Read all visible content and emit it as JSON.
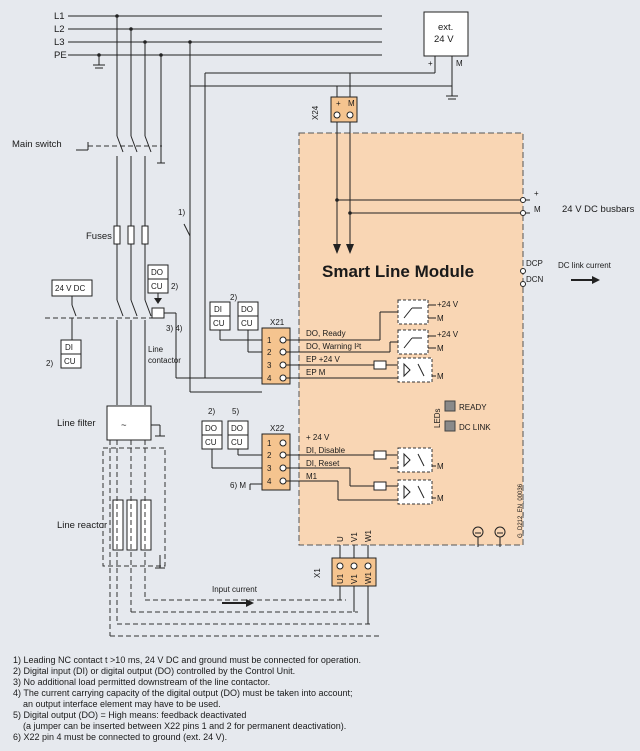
{
  "lines": {
    "l1": "L1",
    "l2": "L2",
    "l3": "L3",
    "pe": "PE"
  },
  "ext_supply": {
    "line1": "ext.",
    "line2": "24 V",
    "plus": "+",
    "minus": "M"
  },
  "x24": {
    "name": "X24",
    "plus": "+",
    "minus": "M"
  },
  "main_switch": "Main switch",
  "fuses": "Fuses",
  "note_ref_1": "1)",
  "supply_24vdc": "24 V DC",
  "di_cu_left": {
    "di": "DI",
    "cu": "CU",
    "ref": "2)"
  },
  "do_cu_contactor": {
    "do": "DO",
    "cu": "CU",
    "ref": "2)",
    "ref34": "3) 4)"
  },
  "line_contactor": {
    "line1": "Line",
    "line2": "contactor"
  },
  "line_filter": "Line filter",
  "line_reactor": "Line reactor",
  "module_title": "Smart Line Module",
  "busbars": {
    "plus": "+",
    "minus": "M",
    "label": "24 V DC busbars"
  },
  "dc_link": {
    "dcp": "DCP",
    "dcn": "DCN",
    "label": "DC link current"
  },
  "x21": {
    "name": "X21",
    "ref": "2)",
    "di": "DI",
    "cu1": "CU",
    "do": "DO",
    "cu2": "CU",
    "pins": [
      "1",
      "2",
      "3",
      "4"
    ],
    "signals": [
      "DO, Ready",
      "DO, Warning I²t",
      "EP +24 V",
      "EP M"
    ],
    "v24a": "+24 V",
    "m_a": "M",
    "v24b": "+24 V",
    "m_b": "M",
    "m_c": "M"
  },
  "leds": {
    "label": "LEDs",
    "ready": "READY",
    "dc_link": "DC LINK"
  },
  "x22": {
    "name": "X22",
    "ref2": "2)",
    "ref5": "5)",
    "ref6": "6) M",
    "do1": "DO",
    "cu1": "CU",
    "do2": "DO",
    "cu2": "CU",
    "pins": [
      "1",
      "2",
      "3",
      "4"
    ],
    "signals": [
      "+ 24 V",
      "DI, Disable",
      "DI, Reset",
      "M1"
    ],
    "m_a": "M",
    "m_b": "M"
  },
  "x1": {
    "name": "X1",
    "top": [
      "U",
      "V1",
      "W1"
    ],
    "bottom": [
      "U1",
      "V1",
      "W1"
    ]
  },
  "input_current": "Input current",
  "doc_id": "G_D212_EN_00036",
  "notes": [
    "1) Leading NC contact t >10 ms, 24 V DC and ground must be connected for operation.",
    "2) Digital input (DI) or digital output (DO) controlled by the Control Unit.",
    "3) No additional load permitted downstream of the line contactor.",
    "4) The current carrying capacity of the digital output (DO) must be taken into account;",
    "    an output interface element may have to be used.",
    "5) Digital output (DO) = High means: feedback deactivated",
    "    (a jumper can be inserted between X22 pins 1 and 2 for permanent deactivation).",
    "6) X22 pin 4 must be connected to ground (ext. 24 V)."
  ],
  "colors": {
    "background": "#e6e9ee",
    "module_fill": "#f9d6b4",
    "terminal_fill": "#f5c48f",
    "led_grey": "#8a8a8a"
  }
}
